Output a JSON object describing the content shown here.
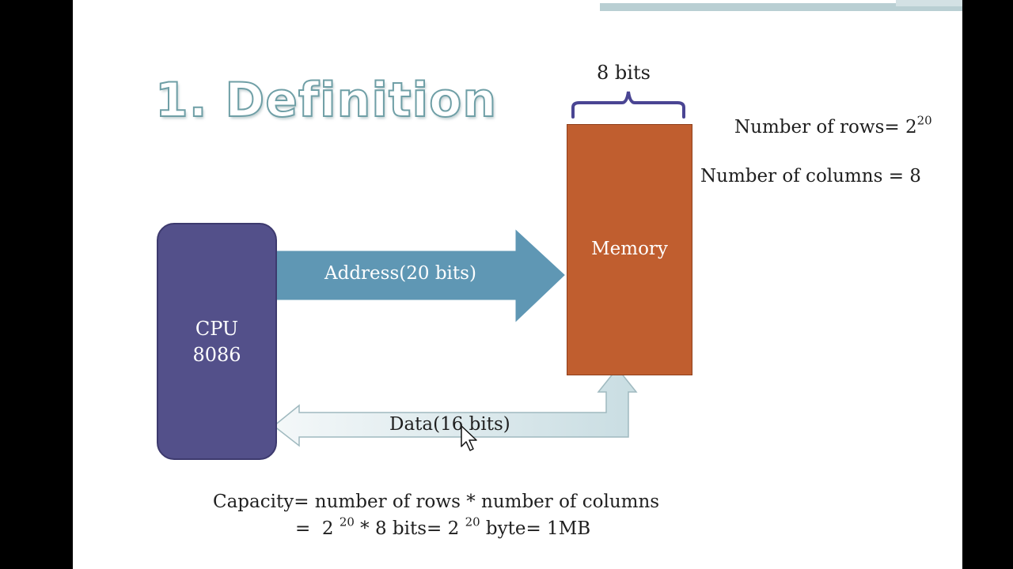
{
  "slide": {
    "title": "1. Definition"
  },
  "cpu": {
    "line1": "CPU",
    "line2": "8086"
  },
  "memory": {
    "label": "Memory",
    "width_label": "8 bits"
  },
  "address_bus": {
    "label": "Address(20 bits)"
  },
  "data_bus": {
    "label": "Data(16 bits)"
  },
  "facts": {
    "rows_prefix": "Number of rows= 2",
    "rows_exponent": "20",
    "columns": "Number of columns = 8"
  },
  "capacity": {
    "line1": "Capacity= number of rows * number of columns",
    "line2_a": "=  2 ",
    "line2_exp1": "20",
    "line2_b": " * 8 bits= 2 ",
    "line2_exp2": "20",
    "line2_c": " byte= 1MB"
  },
  "colors": {
    "cpu": "#53508a",
    "memory": "#c05e2f",
    "address_arrow": "#5f97b4",
    "data_arrow": "#dce9ec",
    "title_outline": "#6f9fa6"
  }
}
